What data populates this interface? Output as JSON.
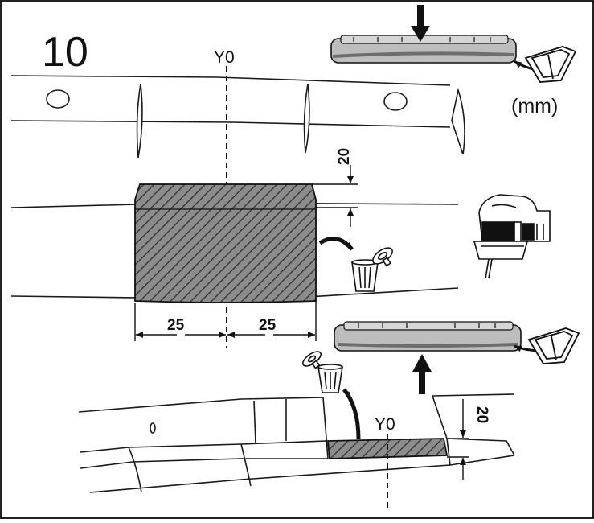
{
  "step": "10",
  "unit_label": "(mm)",
  "axis_label_top": "Y0",
  "axis_label_bottom": "Y0",
  "dimensions": {
    "cut_height_top": "20",
    "cut_left_width": "25",
    "cut_right_width": "25",
    "cut_height_bottom": "20"
  },
  "colors": {
    "line": "#1a1a1a",
    "hatch": "#666666",
    "panel_fill": "#b9b9b9",
    "panel_dark": "#8a8a8a"
  },
  "icons": [
    "down-arrow-icon",
    "up-arrow-icon",
    "jigsaw-icon",
    "trash-bin-icon",
    "screw-cap-icon",
    "parts-tray-icon"
  ]
}
